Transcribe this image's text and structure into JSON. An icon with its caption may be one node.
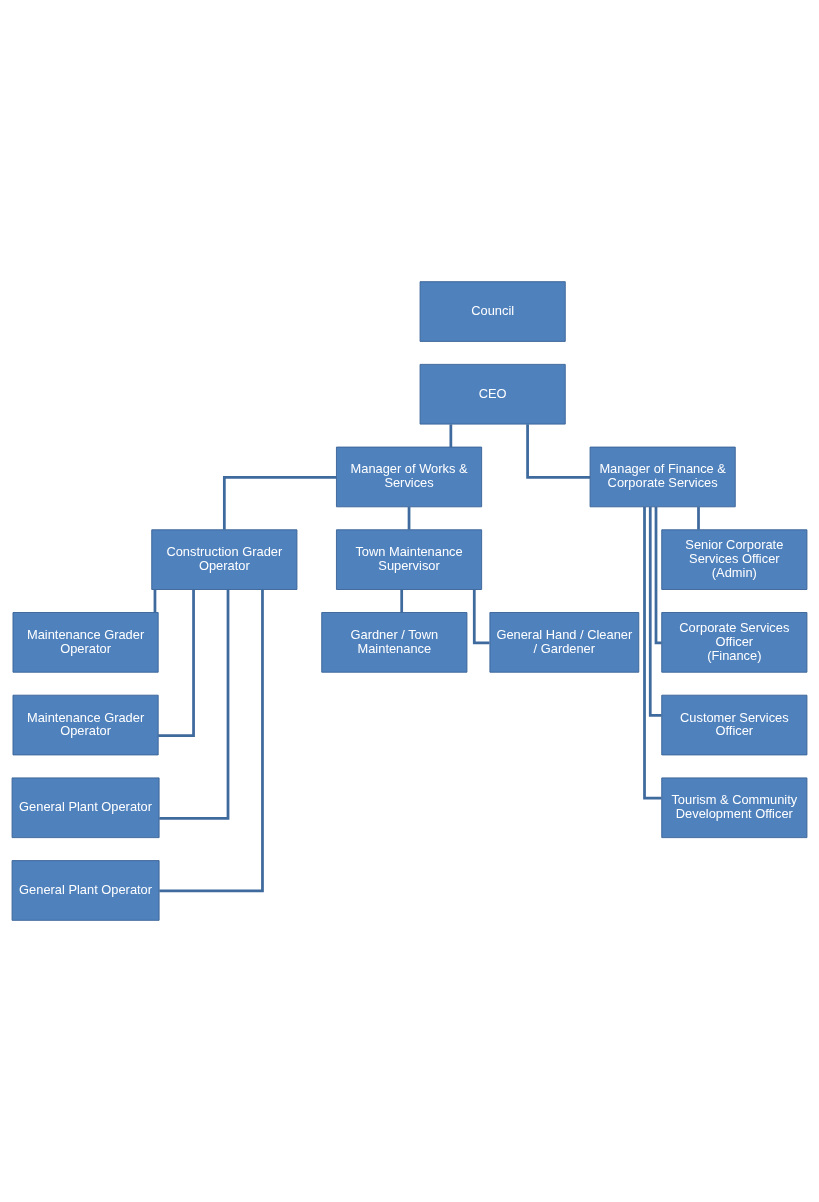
{
  "diagram": {
    "nodes": [
      {
        "text": [
          "Council"
        ]
      },
      {
        "text": [
          "CEO"
        ]
      },
      {
        "text": [
          "Manager of Works & Services"
        ]
      },
      {
        "text": [
          "Manager of Finance & Corporate Services"
        ]
      },
      {
        "text": [
          "Construction Grader Operator"
        ]
      },
      {
        "text": [
          "Town Maintenance Supervisor"
        ]
      },
      {
        "text": [
          "Senior Corporate Services Officer",
          "(Admin)"
        ]
      },
      {
        "text": [
          "Maintenance Grader Operator"
        ]
      },
      {
        "text": [
          "Gardner / Town Maintenance"
        ]
      },
      {
        "text": [
          "Corporate Services Officer",
          "(Finance)"
        ]
      },
      {
        "text": [
          "Maintenance Grader Operator"
        ]
      },
      {
        "text": [
          "General Hand / Cleaner / Gardener"
        ]
      },
      {
        "text": [
          "Customer Services Officer"
        ]
      },
      {
        "text": [
          "General Plant Operator"
        ]
      },
      {
        "text": [
          "Tourism & Community Development Officer"
        ]
      },
      {
        "text": [
          "General Plant Operator"
        ]
      }
    ],
    "edges": [
      {
        "from": 1,
        "to": 2,
        "arrow": "none"
      },
      {
        "from": 1,
        "to": 3,
        "arrow": "none"
      },
      {
        "from": 2,
        "to": 4,
        "arrow": "none"
      },
      {
        "from": 2,
        "to": 5,
        "arrow": "none"
      },
      {
        "from": 4,
        "to": 7,
        "arrow": "none"
      },
      {
        "from": 4,
        "to": 10,
        "arrow": "none"
      },
      {
        "from": 4,
        "to": 13,
        "arrow": "none"
      },
      {
        "from": 4,
        "to": 15,
        "arrow": "none"
      },
      {
        "from": 5,
        "to": 8,
        "arrow": "none"
      },
      {
        "from": 5,
        "to": 11,
        "arrow": "none"
      },
      {
        "from": 3,
        "to": 6,
        "arrow": "none"
      },
      {
        "from": 3,
        "to": 9,
        "arrow": "none"
      },
      {
        "from": 3,
        "to": 12,
        "arrow": "none"
      },
      {
        "from": 3,
        "to": 14,
        "arrow": "none"
      }
    ]
  }
}
